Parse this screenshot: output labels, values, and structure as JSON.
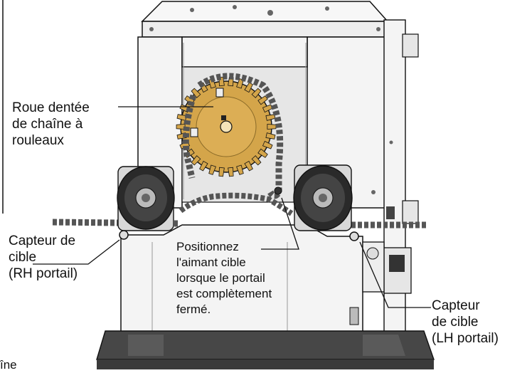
{
  "labels": {
    "sprocket": [
      "Roue dentée",
      "de chaîne à",
      "rouleaux"
    ],
    "sensor_rh": [
      "Capteur de",
      "cible",
      "(RH portail)"
    ],
    "magnet": [
      "Positionnez",
      "l'aimant cible",
      "lorsque le portail",
      "est complètement",
      "fermé."
    ],
    "sensor_lh": [
      "Capteur",
      "de cible",
      "(LH portail)"
    ],
    "cutoff": "îne"
  },
  "colors": {
    "sprocket": "#d4a54a",
    "chain": "#555555",
    "housing": "#f2f2f2",
    "outline": "#111111",
    "base": "#3a3a3a",
    "roller": "#2a2a2a"
  }
}
